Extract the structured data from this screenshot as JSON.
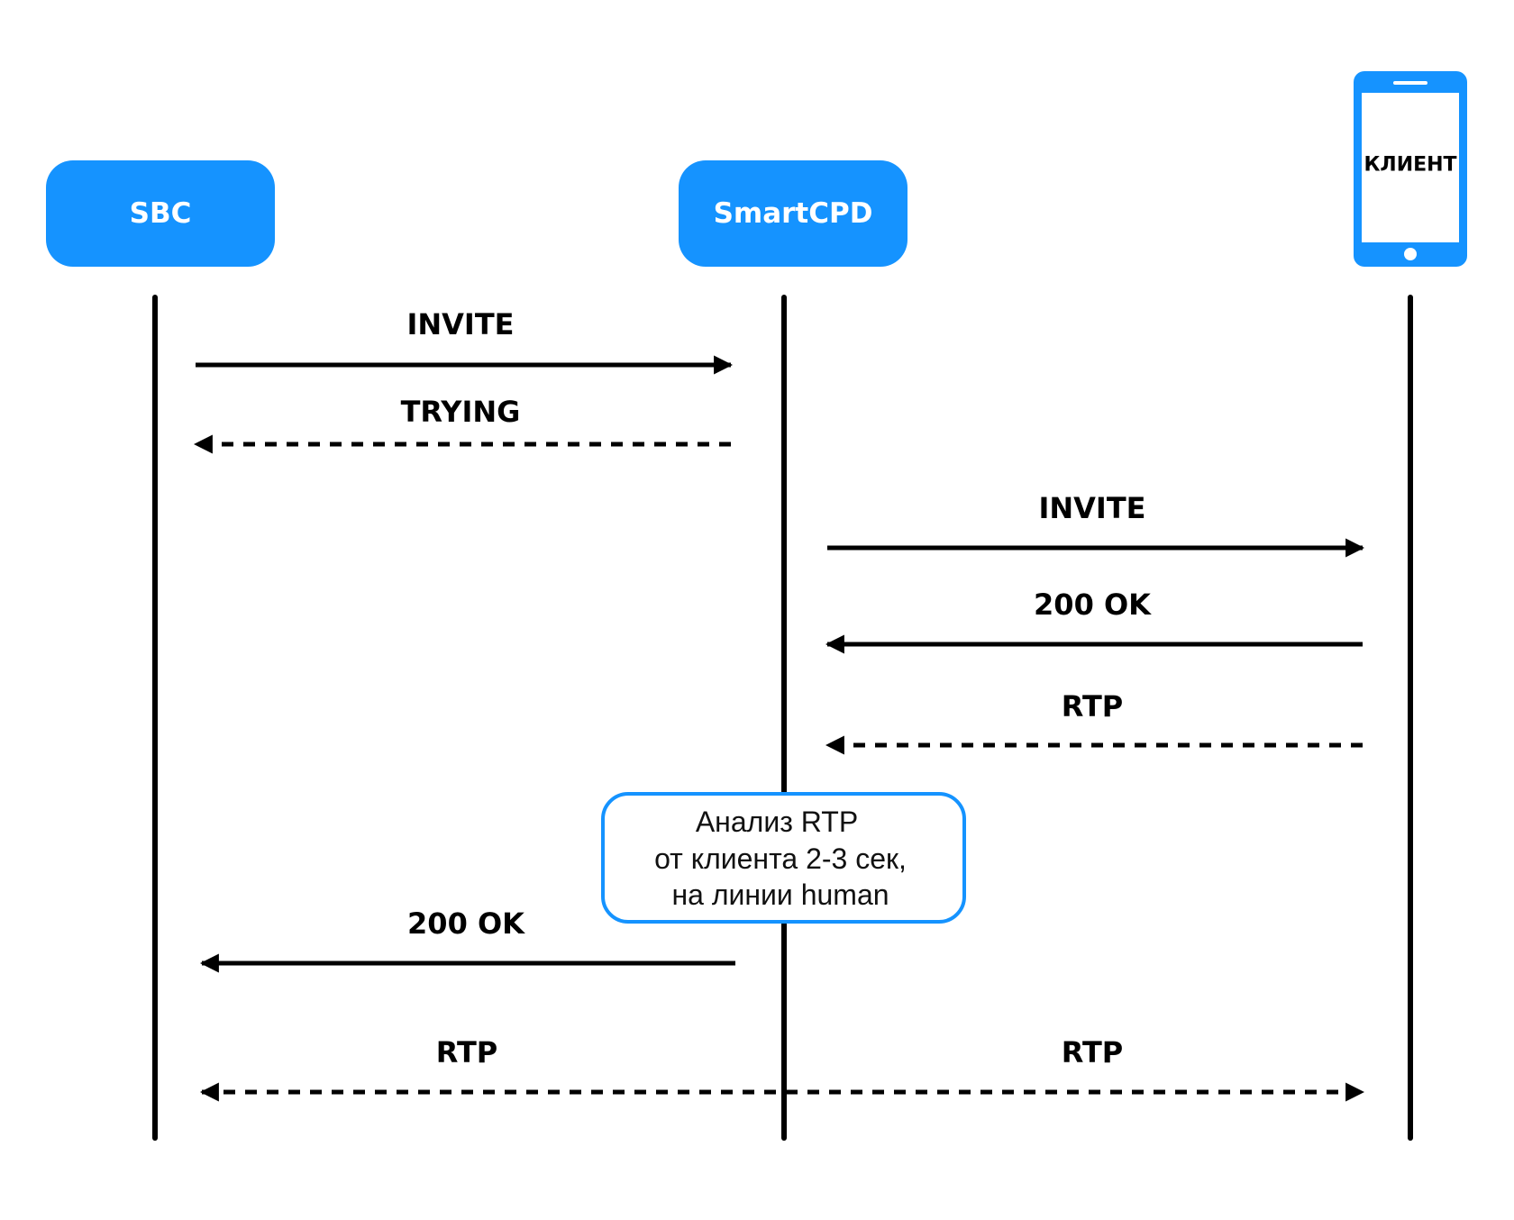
{
  "colors": {
    "accent": "#1593FF",
    "line": "#000000",
    "background": "#ffffff"
  },
  "actors": [
    {
      "id": "sbc",
      "label": "SBC",
      "kind": "box"
    },
    {
      "id": "smartcpd",
      "label": "SmartCPD",
      "kind": "box"
    },
    {
      "id": "client",
      "label": "КЛИЕНТ",
      "kind": "phone-icon"
    }
  ],
  "messages": [
    {
      "label": "INVITE",
      "from": "sbc",
      "to": "smartcpd",
      "style": "solid"
    },
    {
      "label": "TRYING",
      "from": "smartcpd",
      "to": "sbc",
      "style": "dashed"
    },
    {
      "label": "INVITE",
      "from": "smartcpd",
      "to": "client",
      "style": "solid"
    },
    {
      "label": "200 OK",
      "from": "client",
      "to": "smartcpd",
      "style": "solid"
    },
    {
      "label": "RTP",
      "from": "client",
      "to": "smartcpd",
      "style": "dashed"
    },
    {
      "label": "200 OK",
      "from": "smartcpd",
      "to": "sbc",
      "style": "solid"
    },
    {
      "label": "RTP",
      "from": "smartcpd",
      "to": "sbc",
      "style": "dashed",
      "bidirectional": true
    },
    {
      "label": "RTP",
      "from": "smartcpd",
      "to": "client",
      "style": "dashed",
      "bidirectional": true
    }
  ],
  "note": {
    "lines": [
      "Анализ RTP",
      "от клиента 2-3 сек,",
      "на линии human"
    ]
  }
}
